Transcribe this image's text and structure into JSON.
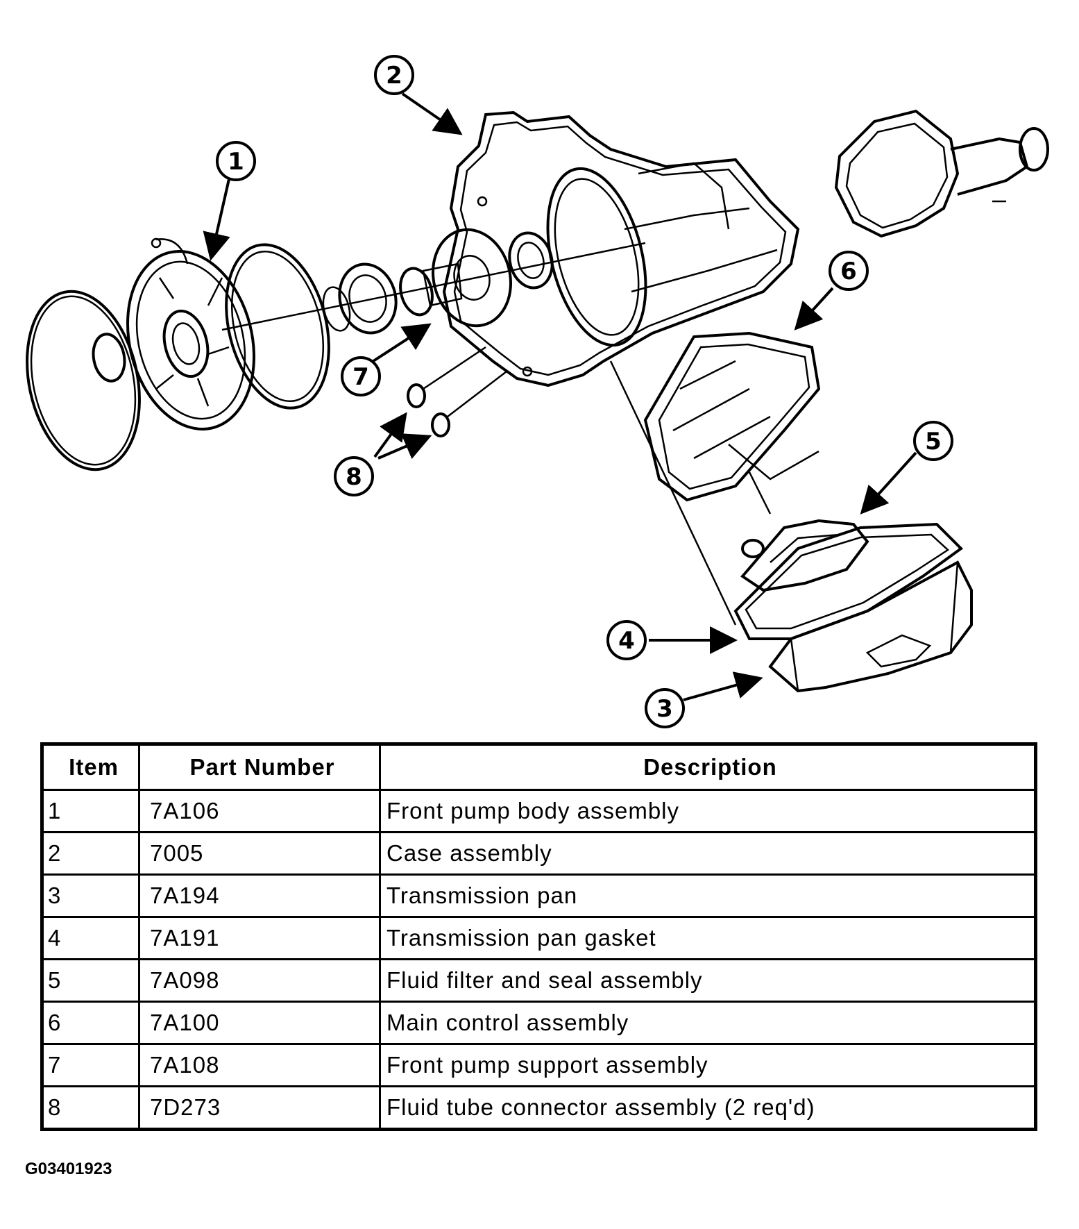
{
  "callouts": [
    "1",
    "2",
    "3",
    "4",
    "5",
    "6",
    "7",
    "8"
  ],
  "table": {
    "headers": {
      "item": "Item",
      "part_number": "Part Number",
      "description": "Description"
    },
    "rows": [
      {
        "item": "1",
        "part_number": "7A106",
        "description": "Front pump body assembly"
      },
      {
        "item": "2",
        "part_number": "7005",
        "description": "Case assembly"
      },
      {
        "item": "3",
        "part_number": "7A194",
        "description": "Transmission pan"
      },
      {
        "item": "4",
        "part_number": "7A191",
        "description": "Transmission pan gasket"
      },
      {
        "item": "5",
        "part_number": "7A098",
        "description": "Fluid filter and seal assembly"
      },
      {
        "item": "6",
        "part_number": "7A100",
        "description": "Main control assembly"
      },
      {
        "item": "7",
        "part_number": "7A108",
        "description": "Front pump support assembly"
      },
      {
        "item": "8",
        "part_number": "7D273",
        "description": "Fluid tube connector assembly (2 req'd)"
      }
    ]
  },
  "figure_code": "G03401923"
}
